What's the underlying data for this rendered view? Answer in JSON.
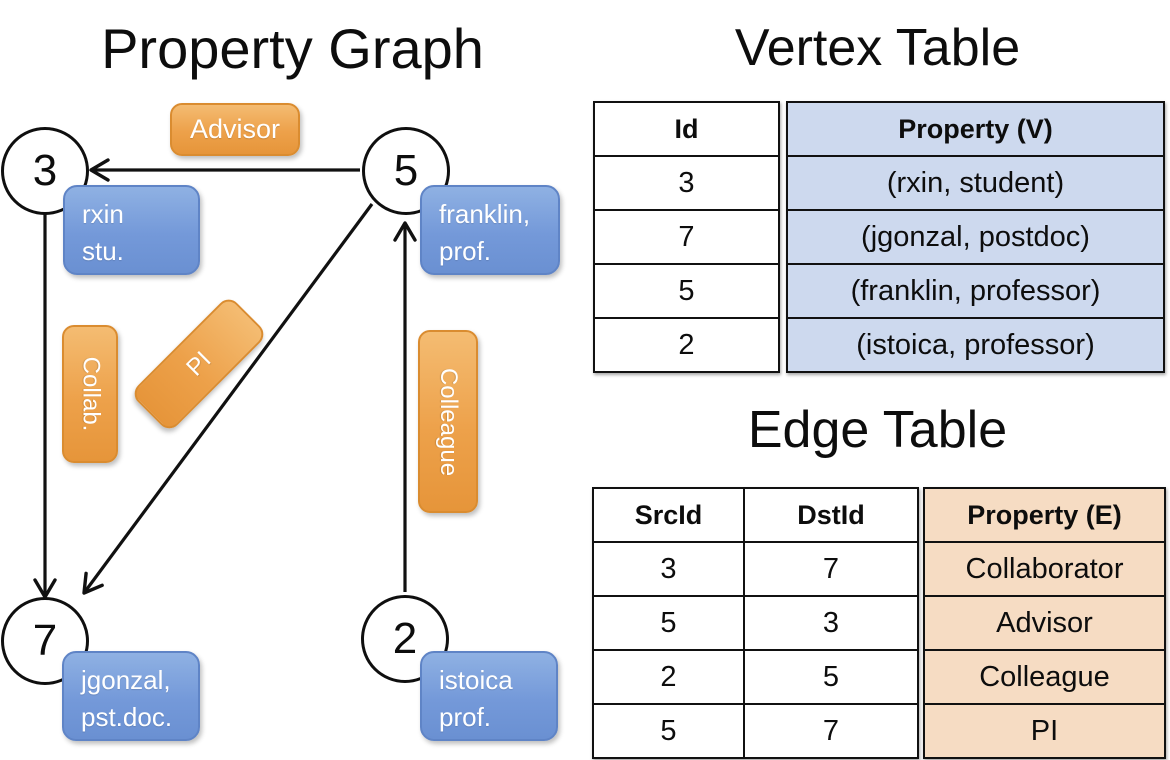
{
  "graph": {
    "title": "Property Graph",
    "vertices": [
      {
        "id": "3",
        "line1": "rxin",
        "line2": "stu."
      },
      {
        "id": "5",
        "line1": "franklin,",
        "line2": "prof."
      },
      {
        "id": "7",
        "line1": "jgonzal,",
        "line2": "pst.doc."
      },
      {
        "id": "2",
        "line1": "istoica",
        "line2": "prof."
      }
    ],
    "edge_labels": {
      "advisor": "Advisor",
      "collab": "Collab.",
      "pi": "PI",
      "colleague": "Colleague"
    }
  },
  "vertex_table": {
    "title": "Vertex Table",
    "columns": [
      "Id",
      "Property (V)"
    ],
    "rows": [
      [
        "3",
        "(rxin, student)"
      ],
      [
        "7",
        "(jgonzal, postdoc)"
      ],
      [
        "5",
        "(franklin, professor)"
      ],
      [
        "2",
        "(istoica, professor)"
      ]
    ]
  },
  "edge_table": {
    "title": "Edge Table",
    "columns": [
      "SrcId",
      "DstId",
      "Property (E)"
    ],
    "rows": [
      [
        "3",
        "7",
        "Collaborator"
      ],
      [
        "5",
        "3",
        "Advisor"
      ],
      [
        "2",
        "5",
        "Colleague"
      ],
      [
        "5",
        "7",
        "PI"
      ]
    ]
  },
  "colors": {
    "vertex_box": "#7499d9",
    "edge_box": "#eda14a",
    "vertex_cell": "#cdd9ee",
    "edge_cell": "#f6dcc3",
    "line": "#111111"
  }
}
